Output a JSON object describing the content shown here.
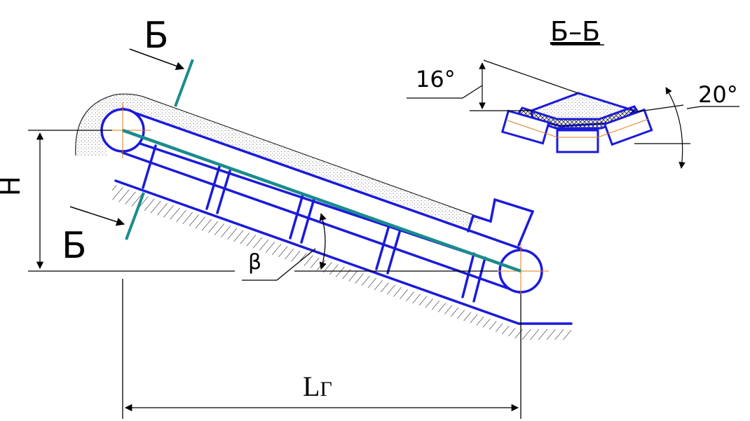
{
  "labels": {
    "section_mark_top": "Б",
    "section_mark_bottom": "Б",
    "section_title": "Б–Б",
    "angle_left": "16°",
    "angle_right": "20°",
    "height": "H",
    "incline_angle": "β",
    "horizontal_length_main": "L",
    "horizontal_length_sub": "Г"
  },
  "colors": {
    "frame": "#1a1adb",
    "belt": "#1a8c8c",
    "dimension": "#000000",
    "center_line": "#e07b1a",
    "material_fill": "#d9d9d9"
  }
}
